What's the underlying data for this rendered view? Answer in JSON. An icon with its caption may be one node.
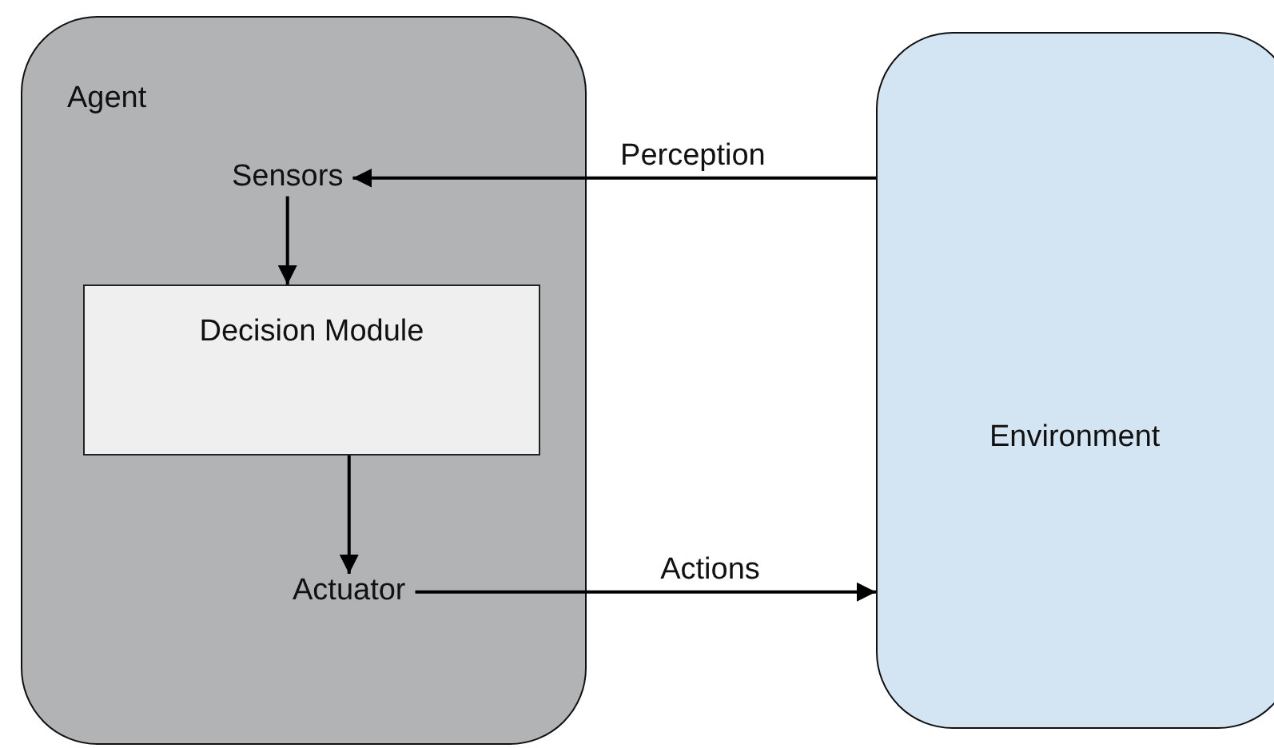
{
  "diagram": {
    "nodes": [
      {
        "text": [
          "Agent"
        ]
      },
      {
        "text": [
          "Sensors"
        ],
        "in": 0
      },
      {
        "text": [
          "Decision Module"
        ],
        "in": 0
      },
      {
        "text": [
          "Actuator"
        ],
        "in": 0
      },
      {
        "text": [
          "Environment"
        ]
      }
    ],
    "edges": [
      {
        "from": 4,
        "to": 1,
        "arrow": "to",
        "label": "Perception"
      },
      {
        "from": 1,
        "to": 2,
        "arrow": "to"
      },
      {
        "from": 2,
        "to": 3,
        "arrow": "to"
      },
      {
        "from": 3,
        "to": 4,
        "arrow": "to",
        "label": "Actions"
      }
    ]
  }
}
